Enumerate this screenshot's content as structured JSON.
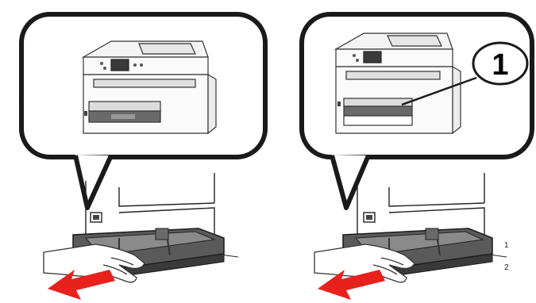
{
  "step_callout": {
    "number": "1"
  },
  "tray_slots": {
    "upper": "1",
    "lower": "2"
  },
  "colors": {
    "arrow": "#e8211d",
    "outline": "#1a1a1a",
    "tray": "#4a4a4a"
  }
}
